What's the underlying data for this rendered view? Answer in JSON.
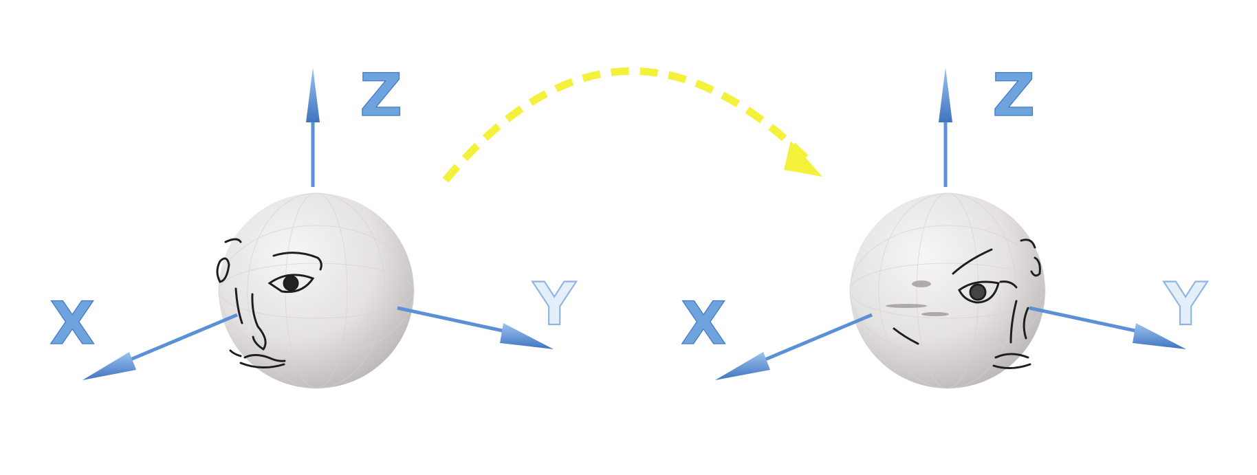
{
  "colors": {
    "axis": "#5b8fd6",
    "axis_label": "#6fa3dd",
    "arrow": "#f4f13a",
    "sphere": "#e6e3e3"
  },
  "before": {
    "labels": {
      "x": "X",
      "y": "Y",
      "z": "Z"
    }
  },
  "after": {
    "labels": {
      "x": "X",
      "y": "Y",
      "z": "Z"
    }
  }
}
